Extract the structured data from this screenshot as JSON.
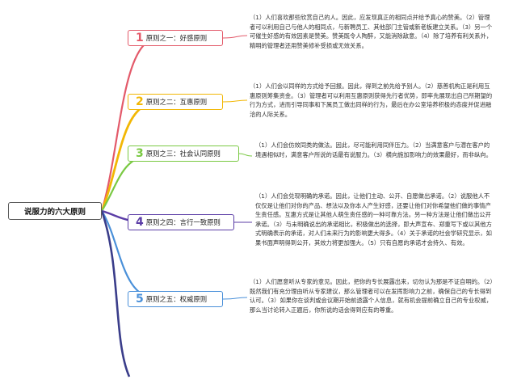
{
  "root": {
    "label": "说服力的六大原则"
  },
  "branches": [
    {
      "number": "1",
      "label": "原则之一：好感原则",
      "color": "#e35a6a",
      "detail": "（1）人们喜欢那些欣赏自己的人。因此，应发现真正的相同点并给予真心的赞美。（2）管理者可以利用自己与他人的相同点，与新聘员工、其他部门主管或新老板建立关系。（3）另一个可催生好感的有效因素是赞美。赞美既令人陶醉，又能消除敌意。（4）除了培养有利关系外，精明的管理者还用赞美修补受损或无效关系。"
    },
    {
      "number": "2",
      "label": "原则之二：互惠原则",
      "color": "#f2b705",
      "detail": "（1）人们会以同样的方式给予回报。因此，得到之前先给予别人。（2）慈善机构正是利用互惠原则筹集资金。（3）管理者可以利用互惠原则获得先行者优势，即率先展现出自己所期望的行为方式，进而引导同事和下属员工做出同样的行为，最后在办公室培养积极的态度并促进融洽的人际关系。"
    },
    {
      "number": "3",
      "label": "原则之三：社会认同原则",
      "color": "#7ac943",
      "detail": "（1）人们会仿效同类的做法。因此，尽可能利用同伴压力。（2）当满意客户与潜在客户的境遇相似时，满意客户所说的话最有说服力。（3）横向施加影响力的效果最好，而非纵向。"
    },
    {
      "number": "4",
      "label": "原则之四：言行一致原则",
      "color": "#5b3da6",
      "detail": "（1）人们会兑现明确的承诺。因此，让他们主动、公开、自愿做出承诺。（2）说服他人不仅仅是让他们对你的产品、想法以及你本人产生好感，还要让他们对你希望他们做的事情产生责任感。互惠方式是让其他人萌生责任感的一种可靠方法。另一种方法是让他们做出公开承诺。（3）与未明确说出的承诺相比，积极做出的选择，即大声宣布、郑重写下或以其他方式明确表示的承诺，对人们未来行为的影响更大得多。（4）关于承诺的社会学研究显示，如果书面声明得到公开，其效力将更加强大。（5）只有自愿的承诺才会持久、有效。"
    },
    {
      "number": "5",
      "label": "原则之五：权威原则",
      "color": "#4a90d9",
      "detail": "（1）人们愿意听从专家的意见。因此，把你的专长展露出来，切勿认为那是不证自明的。（2）既然我们有充分理由听从专家建议，那么管理者可以在发挥影响力之前，确保自己的专长得到认可。（3）如果你在谈判或会议期开始前透露个人信息，就有机会提前确立自己的专业权威，那么当讨论转入正题后，你所说的话会得到应有的尊重。"
    }
  ]
}
